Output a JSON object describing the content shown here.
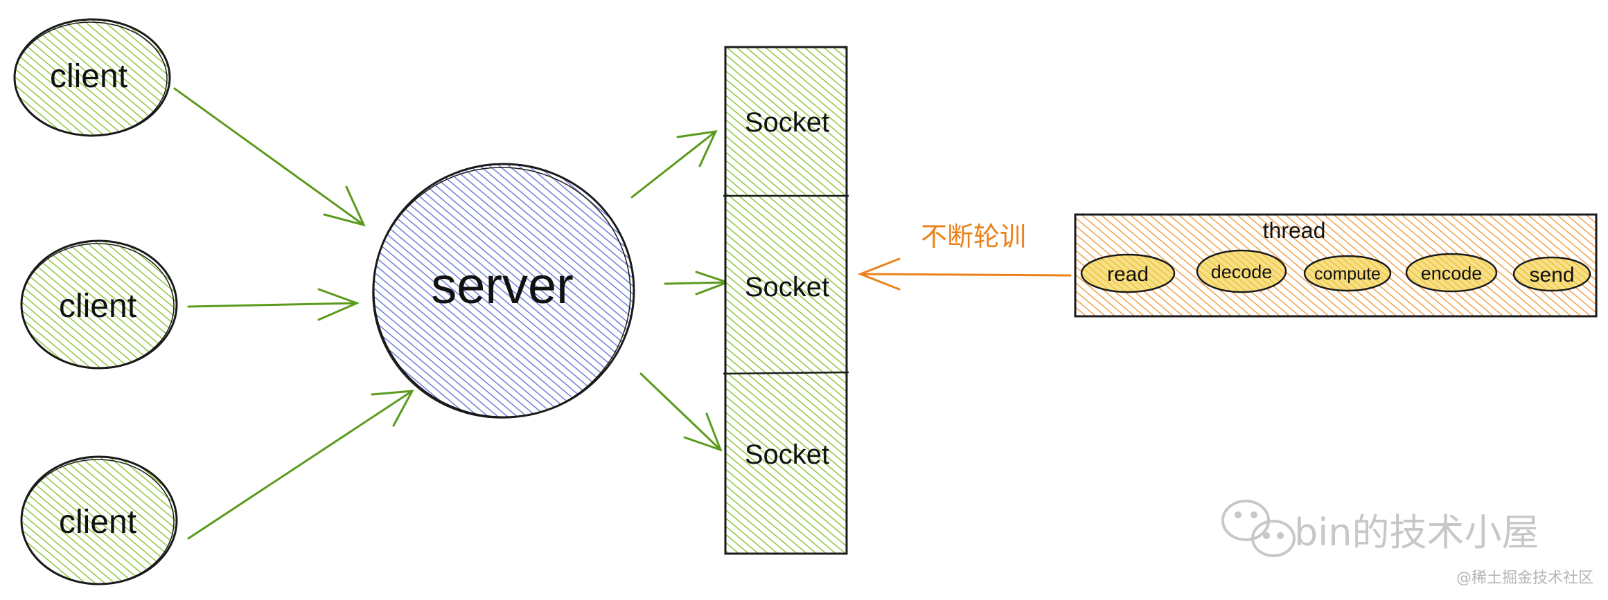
{
  "colors": {
    "client_fill": "#8dc63f",
    "server_fill": "#6b7fd7",
    "socket_fill": "#8dc63f",
    "thread_fill": "#f0a04b",
    "op_fill": "#f3c331",
    "arrow_green": "#5a9a1c",
    "arrow_orange": "#e9821b",
    "stroke": "#1a1a1a"
  },
  "clients": [
    {
      "label": "client"
    },
    {
      "label": "client"
    },
    {
      "label": "client"
    }
  ],
  "server": {
    "label": "server"
  },
  "sockets": [
    {
      "label": "Socket"
    },
    {
      "label": "Socket"
    },
    {
      "label": "Socket"
    }
  ],
  "polling_label": "不断轮训",
  "thread": {
    "title": "thread",
    "ops": [
      {
        "label": "read"
      },
      {
        "label": "decode"
      },
      {
        "label": "compute"
      },
      {
        "label": "encode"
      },
      {
        "label": "send"
      }
    ]
  },
  "watermark": {
    "brand": "bin的技术小屋",
    "community": "@稀土掘金技术社区"
  }
}
